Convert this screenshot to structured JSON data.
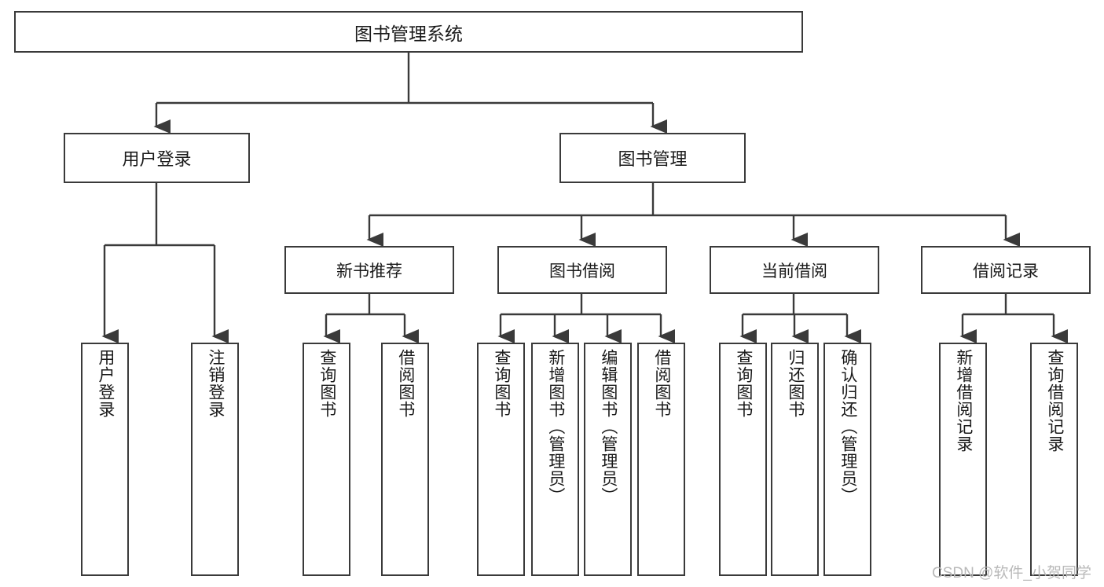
{
  "diagram": {
    "title": "图书管理系统",
    "watermark": "CSDN @软件_小贺同学",
    "style": {
      "border_color": "#3a3a3a",
      "line_color": "#3a3a3a",
      "background": "#ffffff",
      "text_color": "#1a1a1a",
      "watermark_color": "#b9b9b9"
    },
    "nodes": {
      "root": {
        "label": "图书管理系统"
      },
      "level2": [
        {
          "label": "用户登录"
        },
        {
          "label": "图书管理"
        }
      ],
      "level3": [
        {
          "label": "新书推荐"
        },
        {
          "label": "图书借阅"
        },
        {
          "label": "当前借阅"
        },
        {
          "label": "借阅记录"
        }
      ],
      "leaves": {
        "user_login": [
          {
            "label": "用户登录"
          },
          {
            "label": "注销登录"
          }
        ],
        "new_book_recommend": [
          {
            "label": "查询图书"
          },
          {
            "label": "借阅图书"
          }
        ],
        "book_borrow": [
          {
            "label": "查询图书"
          },
          {
            "label": "新增图书（管理员）"
          },
          {
            "label": "编辑图书（管理员）"
          },
          {
            "label": "借阅图书"
          }
        ],
        "current_borrow": [
          {
            "label": "查询图书"
          },
          {
            "label": "归还图书"
          },
          {
            "label": "确认归还（管理员）"
          }
        ],
        "borrow_record": [
          {
            "label": "新增借阅记录"
          },
          {
            "label": "查询借阅记录"
          }
        ]
      }
    }
  }
}
